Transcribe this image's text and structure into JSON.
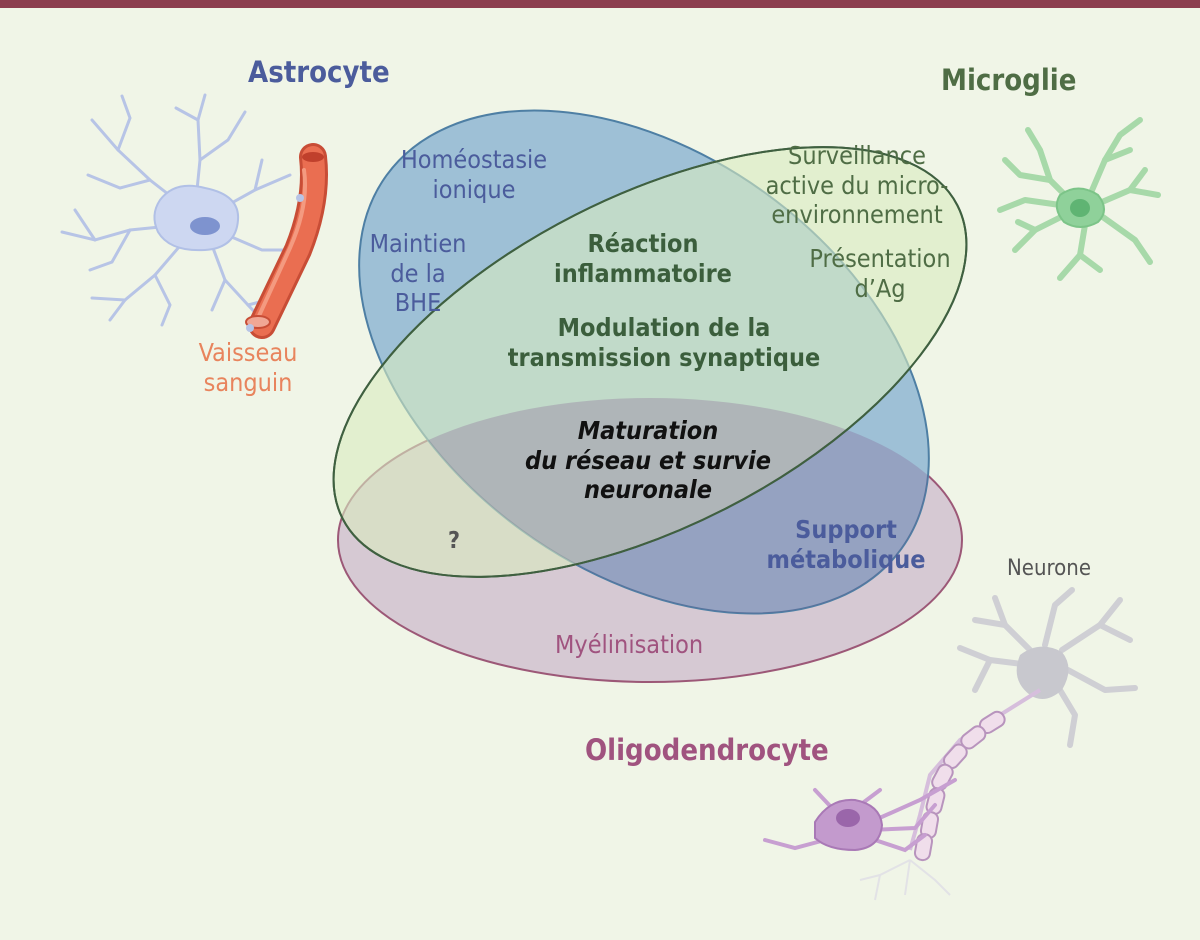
{
  "cells": {
    "astrocyte": {
      "title": "Astrocyte",
      "color": "#4b5c9c"
    },
    "microglie": {
      "title": "Microglie",
      "color": "#4f6d45"
    },
    "oligodendrocyte": {
      "title": "Oligodendrocyte",
      "color": "#a0537f"
    },
    "neurone": {
      "title": "Neurone",
      "color": "#555555"
    },
    "vessel": {
      "line1": "Vaisseau",
      "line2": "sanguin",
      "color": "#e8845d"
    }
  },
  "regions": {
    "astro_only": {
      "homeostasie": [
        "Homéostasie",
        "ionique"
      ],
      "bhe": [
        "Maintien",
        "de la",
        "BHE"
      ]
    },
    "micro_only": {
      "surveillance": [
        "Surveillance",
        "active du micro-",
        "environnement"
      ],
      "presentation": [
        "Présentation",
        "d’Ag"
      ]
    },
    "astro_micro": {
      "inflammation": [
        "Réaction",
        "inflammatoire"
      ],
      "synaptique": [
        "Modulation de la",
        "transmission synaptique"
      ]
    },
    "all_three": [
      "Maturation",
      "du réseau et survie",
      "neuronale"
    ],
    "astro_oligo": [
      "Support",
      "métabolique"
    ],
    "micro_oligo": "?",
    "oligo_only": "Myélinisation"
  },
  "colors": {
    "background": "#f0f5e7",
    "top_bar": "#8c3e4f",
    "astro_fill": "#6aa2c9",
    "micro_fill": "#d9ebbf",
    "oligo_fill": "#b3779a",
    "inter_text": "#3b5e3c",
    "center_text": "#111111"
  }
}
